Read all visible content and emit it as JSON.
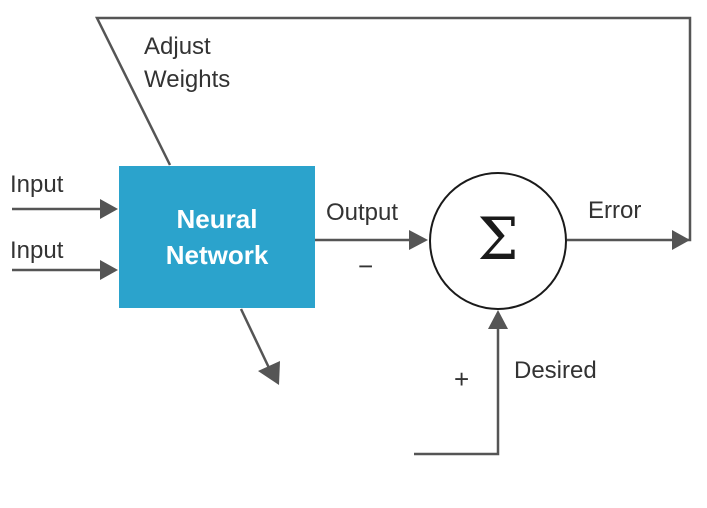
{
  "diagram": {
    "adjust_line1": "Adjust",
    "adjust_line2": "Weights",
    "input_1": "Input",
    "input_2": "Input",
    "box_line1": "Neural",
    "box_line2": "Network",
    "output": "Output",
    "minus": "−",
    "plus": "+",
    "error": "Error",
    "desired": "Desired",
    "sum_symbol": "Σ"
  },
  "colors": {
    "box": "#2ba3cc",
    "wire": "#555555",
    "circle": "#1a1a1a"
  }
}
